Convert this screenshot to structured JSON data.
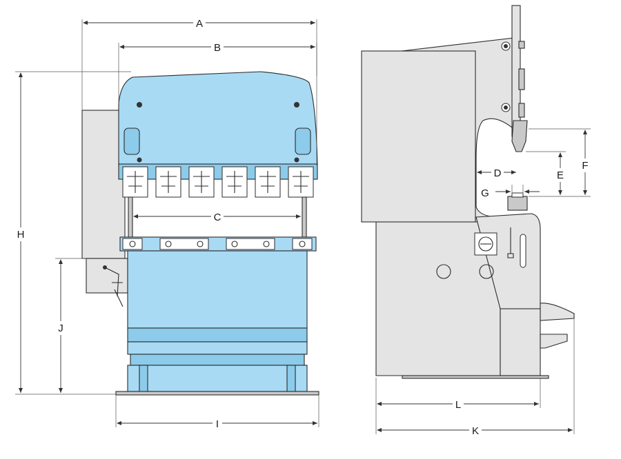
{
  "labels": {
    "A": "A",
    "B": "B",
    "C": "C",
    "D": "D",
    "E": "E",
    "F": "F",
    "G": "G",
    "H": "H",
    "I": "I",
    "J": "J",
    "K": "K",
    "L": "L"
  }
}
